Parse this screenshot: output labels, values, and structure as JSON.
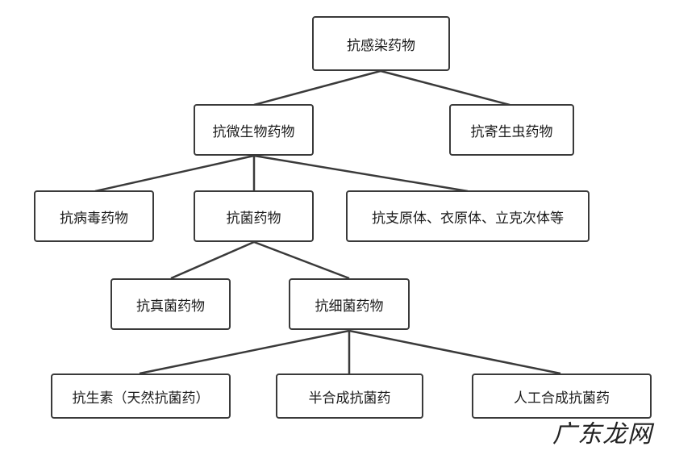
{
  "nodes": {
    "root": "抗感染药物",
    "antimicrobial": "抗微生物药物",
    "antiparasitic": "抗寄生虫药物",
    "antiviral": "抗病毒药物",
    "antibacterial_general": "抗菌药物",
    "antimycoplasma": "抗支原体、衣原体、立克次体等",
    "antifungal": "抗真菌药物",
    "antibacterial": "抗细菌药物",
    "antibiotics": "抗生素（天然抗菌药）",
    "semisynthetic": "半合成抗菌药",
    "synthetic": "人工合成抗菌药"
  },
  "watermark": "广东龙网"
}
